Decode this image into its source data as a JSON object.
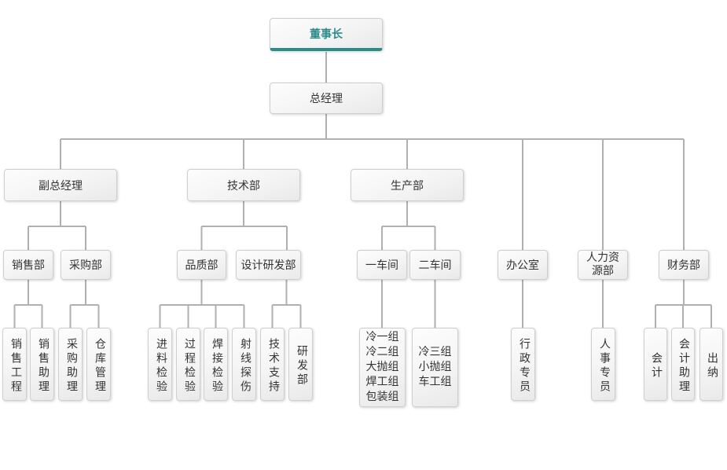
{
  "org": {
    "colors": {
      "accent_teal": "#2e8b8b",
      "connector_gray": "#b0b0b0",
      "node_border": "#cfcfcf",
      "text": "#333333"
    },
    "root": {
      "label": "董事长",
      "children": [
        {
          "label": "总经理",
          "children": [
            {
              "label": "副总经理",
              "children": [
                {
                  "label": "销售部",
                  "children": [
                    {
                      "label": "销售工程"
                    },
                    {
                      "label": "销售助理"
                    }
                  ]
                },
                {
                  "label": "采购部",
                  "children": [
                    {
                      "label": "采购助理"
                    },
                    {
                      "label": "仓库管理"
                    }
                  ]
                }
              ]
            },
            {
              "label": "技术部",
              "children": [
                {
                  "label": "品质部",
                  "children": [
                    {
                      "label": "进料检验"
                    },
                    {
                      "label": "过程检验"
                    },
                    {
                      "label": "焊接检验"
                    },
                    {
                      "label": "射线探伤"
                    }
                  ]
                },
                {
                  "label": "设计研发部",
                  "children": [
                    {
                      "label": "技术支持"
                    },
                    {
                      "label": "研发部"
                    }
                  ]
                }
              ]
            },
            {
              "label": "生产部",
              "children": [
                {
                  "label": "一车间",
                  "children": [
                    {
                      "label": "冷一组\n冷二组\n大抛组\n焊工组\n包装组"
                    }
                  ]
                },
                {
                  "label": "二车间",
                  "children": [
                    {
                      "label": "冷三组\n小抛组\n车工组"
                    }
                  ]
                }
              ]
            },
            {
              "label": "办公室",
              "children": [
                {
                  "label": "行政专员"
                }
              ]
            },
            {
              "label": "人力资源部",
              "label_display": "人力资\n源部",
              "children": [
                {
                  "label": "人事专员"
                }
              ]
            },
            {
              "label": "财务部",
              "children": [
                {
                  "label": "会计"
                },
                {
                  "label": "会计助理"
                },
                {
                  "label": "出纳"
                }
              ]
            }
          ]
        }
      ]
    }
  }
}
